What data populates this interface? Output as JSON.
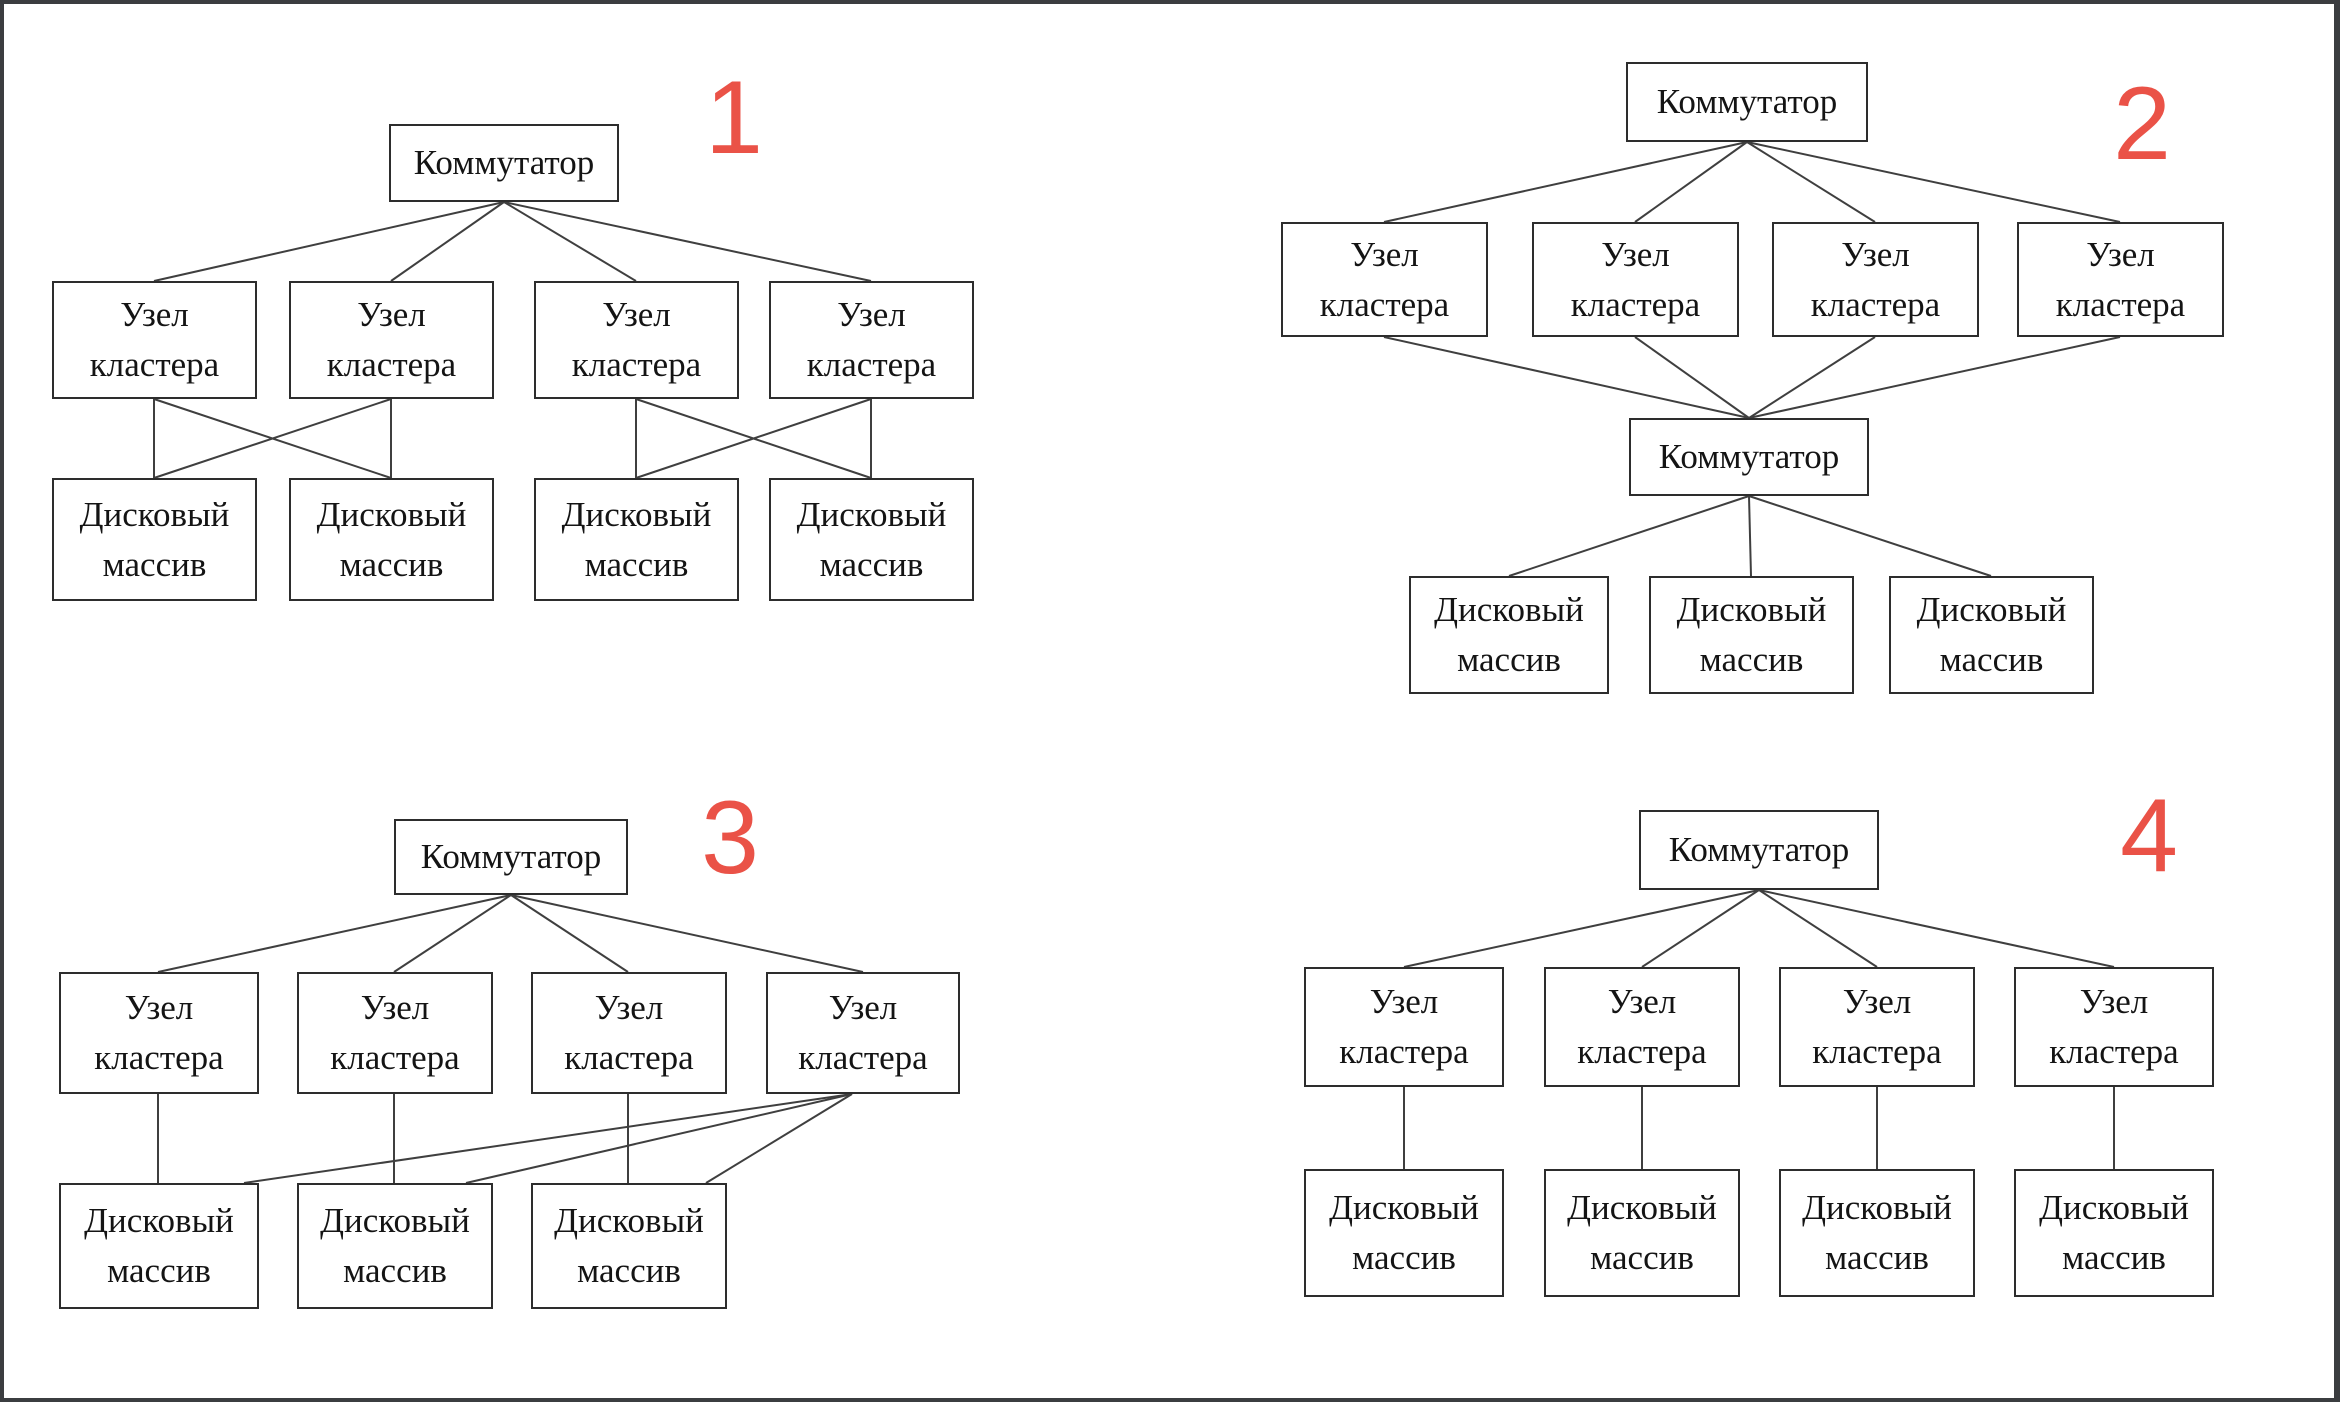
{
  "labels": {
    "switch": "Коммутатор",
    "cluster_node": "Узел кластера",
    "disk_array": "Дисковый массив"
  },
  "diagrams": [
    {
      "number": "1"
    },
    {
      "number": "2"
    },
    {
      "number": "3"
    },
    {
      "number": "4"
    }
  ],
  "colors": {
    "accent_number": "#ea5247",
    "box_border": "#2d2d2d",
    "connector_line": "#3f3f3f",
    "frame": "#3b3d40",
    "background": "#ffffff"
  }
}
